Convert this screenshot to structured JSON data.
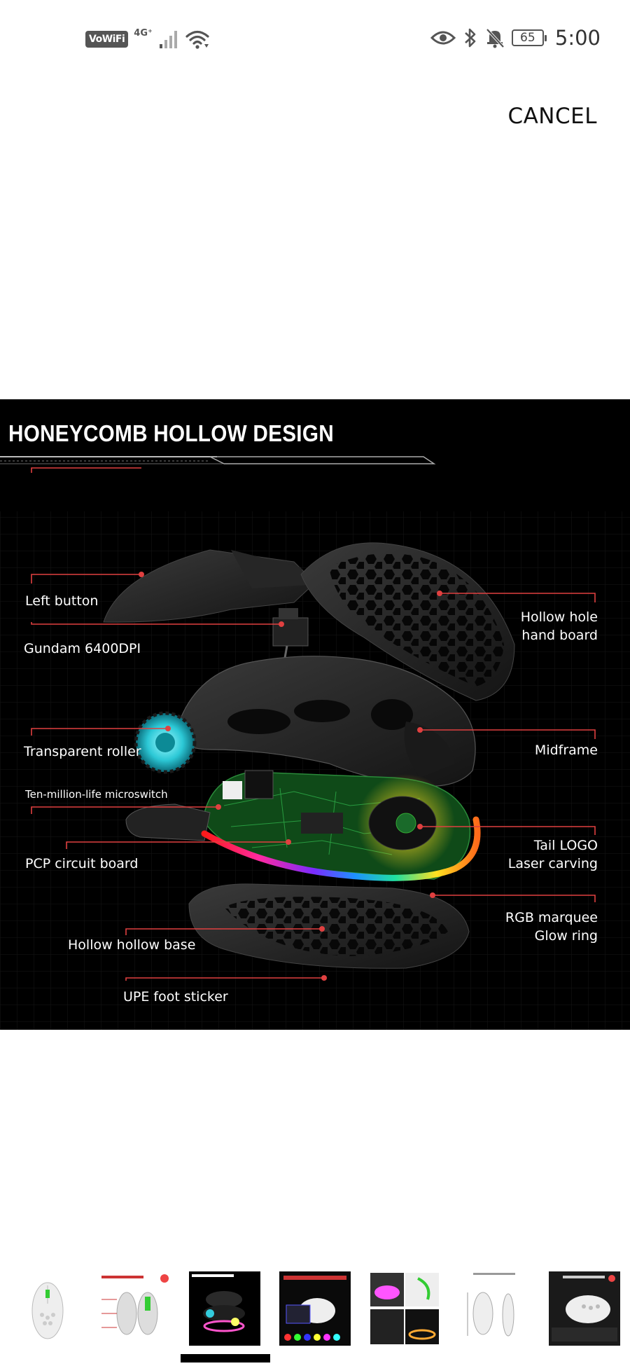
{
  "status_bar": {
    "vowifi": "VoWiFi",
    "network": "4G⁺",
    "battery": "65",
    "time": "5:00"
  },
  "header": {
    "cancel_label": "CANCEL"
  },
  "main_image": {
    "title": "HONEYCOMB HOLLOW DESIGN",
    "labels": {
      "left_button": "Left button",
      "gundam": "Gundam 6400DPI",
      "transparent_roller": "Transparent roller",
      "microswitch": "Ten-million-life microswitch",
      "pcp_board": "PCP circuit board",
      "hollow_base": "Hollow hollow base",
      "foot_sticker": "UPE foot sticker",
      "hand_board_1": "Hollow hole",
      "hand_board_2": "hand board",
      "midframe": "Midframe",
      "tail_logo_1": "Tail LOGO",
      "tail_logo_2": "Laser carving",
      "rgb_1": "RGB marquee",
      "rgb_2": "Glow ring"
    }
  },
  "thumbnails": [
    {
      "name": "white mouse front view",
      "selected": false
    },
    {
      "name": "specification diagram",
      "selected": false
    },
    {
      "name": "honeycomb hollow design",
      "selected": true
    },
    {
      "name": "rgb light effects",
      "selected": false
    },
    {
      "name": "detail closeups",
      "selected": false
    },
    {
      "name": "size dimensions",
      "selected": false
    },
    {
      "name": "comfort hold mouse",
      "selected": false
    }
  ],
  "colors": {
    "accent_line": "#e04040",
    "background_image": "#000000"
  }
}
